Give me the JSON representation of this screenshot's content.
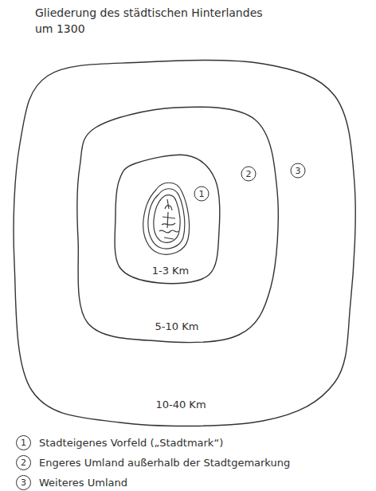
{
  "diagram": {
    "title": "Gliederung des städtischen Hinterlandes um 1300",
    "nodes": [
      {
        "text": [
          "3",
          "10-40 Km"
        ]
      },
      {
        "text": [
          "2",
          "5-10 Km"
        ],
        "in": 0
      },
      {
        "text": [
          "1",
          "1-3 Km"
        ],
        "in": 1
      }
    ],
    "labels": [
      "1",
      "2",
      "3"
    ],
    "legend": [
      {
        "text": "Stadteigenes Vorfeld („Stadtmark“)"
      },
      {
        "text": "Engeres Umland außerhalb der Stadtgemarkung"
      },
      {
        "text": "Weiteres Umland"
      }
    ]
  }
}
